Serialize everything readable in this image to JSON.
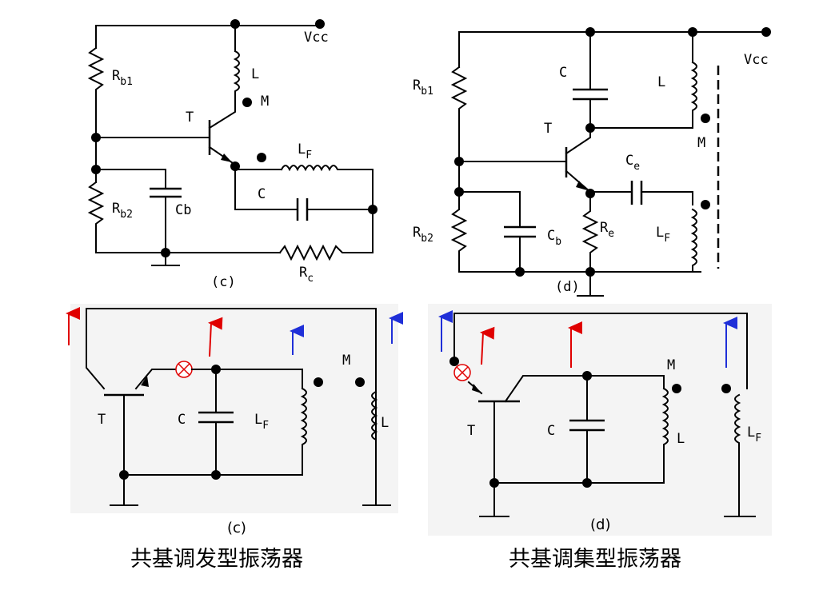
{
  "panel_c_top": {
    "vcc": "Vcc",
    "rb1": "R",
    "rb1_sub": "b1",
    "rb2": "R",
    "rb2_sub": "b2",
    "l": "L",
    "m": "M",
    "t": "T",
    "lf": "L",
    "lf_sub": "F",
    "c": "C",
    "cb": "Cb",
    "rc": "R",
    "rc_sub": "c",
    "caption": "(c)"
  },
  "panel_d_top": {
    "vcc": "Vcc",
    "rb1": "R",
    "rb1_sub": "b1",
    "rb2": "R",
    "rb2_sub": "b2",
    "c": "C",
    "l": "L",
    "t": "T",
    "m": "M",
    "ce": "C",
    "ce_sub": "e",
    "cb": "C",
    "cb_sub": "b",
    "re": "R",
    "re_sub": "e",
    "lf": "L",
    "lf_sub": "F",
    "caption": "(d)"
  },
  "panel_c_bottom": {
    "t": "T",
    "c": "C",
    "lf": "L",
    "lf_sub": "F",
    "m": "M",
    "l": "L",
    "caption": "(c)",
    "title": "共基调发型振荡器"
  },
  "panel_d_bottom": {
    "t": "T",
    "c": "C",
    "m": "M",
    "l": "L",
    "lf": "L",
    "lf_sub": "F",
    "caption": "(d)",
    "title": "共基调集型振荡器"
  },
  "colors": {
    "red_arrow": "#e00000",
    "blue_arrow": "#1f2fd8",
    "gray_bg": "#f4f4f4"
  }
}
